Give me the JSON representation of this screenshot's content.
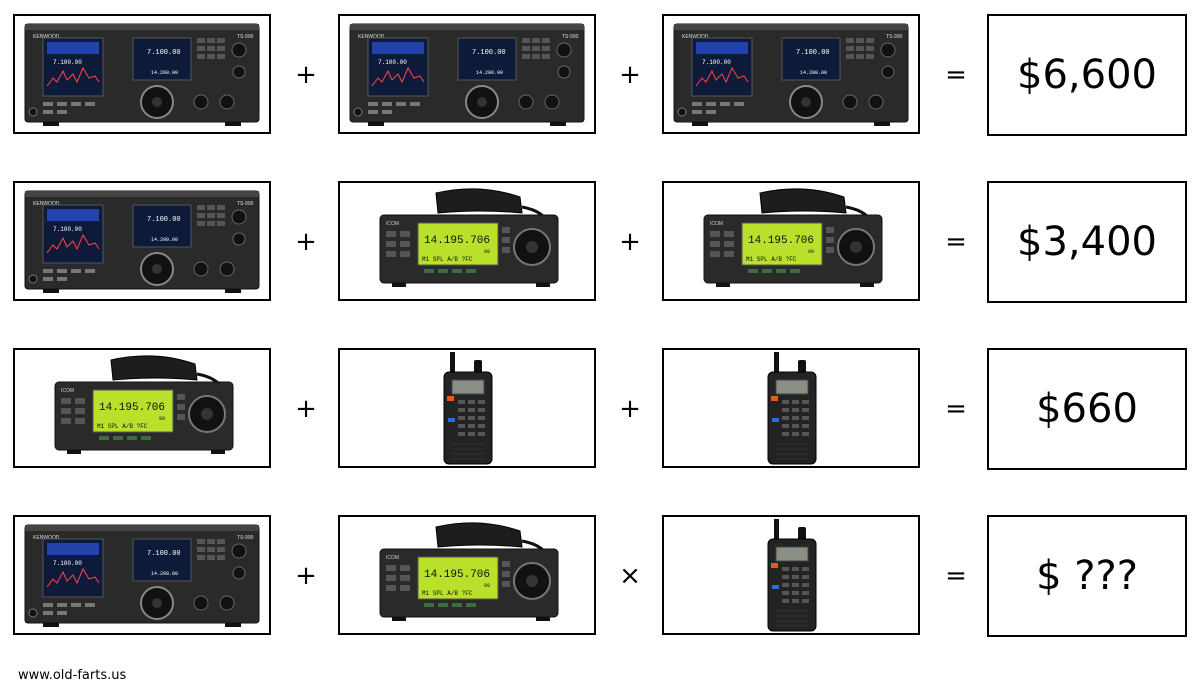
{
  "rows": [
    {
      "items": [
        "large-hf-transceiver",
        "large-hf-transceiver",
        "large-hf-transceiver"
      ],
      "operators": [
        "+",
        "+",
        "="
      ],
      "result": "$6,600"
    },
    {
      "items": [
        "large-hf-transceiver",
        "mobile-transceiver",
        "mobile-transceiver"
      ],
      "operators": [
        "+",
        "+",
        "="
      ],
      "result": "$3,400"
    },
    {
      "items": [
        "mobile-transceiver",
        "handheld-radio",
        "handheld-radio"
      ],
      "operators": [
        "+",
        "+",
        "="
      ],
      "result": "$660"
    },
    {
      "items": [
        "large-hf-transceiver",
        "mobile-transceiver",
        "handheld-radio"
      ],
      "operators": [
        "+",
        "×",
        "="
      ],
      "result": "$ ???"
    }
  ],
  "radio_text": {
    "large_brand": "KENWOOD",
    "large_model": "TS-990",
    "large_freq_main": "7.100.00",
    "large_freq_sub": "14.200.00",
    "mobile_brand": "ICOM",
    "mobile_freq": "14.195.706",
    "mobile_mode": "M1  SPL  A/B  ?FC",
    "mobile_small": "99"
  },
  "colors": {
    "lcd_green": "#b9e02a",
    "radio_body": "#2a2a2a",
    "accent_orange": "#e85a1c",
    "accent_blue": "#2a6ed8"
  },
  "footer": "www.old-farts.us"
}
